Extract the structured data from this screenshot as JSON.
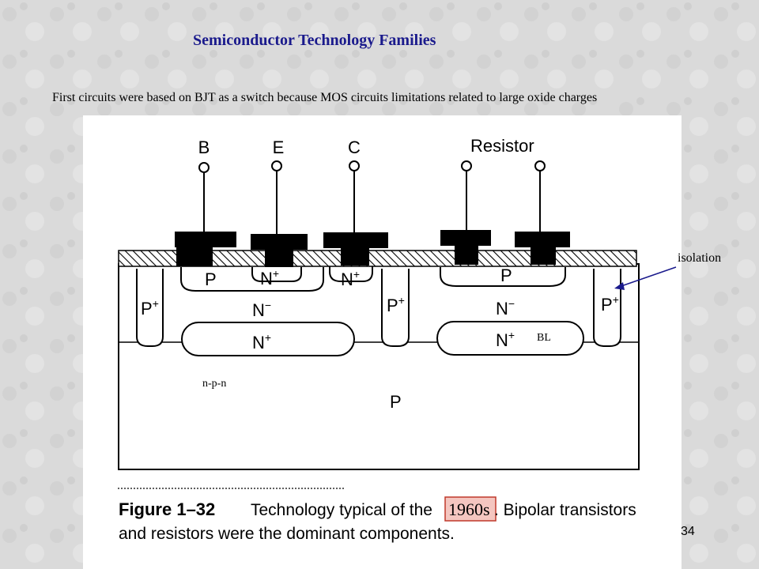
{
  "slide": {
    "title": "Semiconductor Technology Families",
    "intro": "First circuits were based on BJT as a switch because MOS circuits limitations related to large oxide charges",
    "page_number": "34"
  },
  "figure": {
    "electrodes": {
      "base": "B",
      "emitter": "E",
      "collector": "C",
      "resistor": "Resistor"
    },
    "regions": {
      "p_plus": "P",
      "p_plus_sup": "+",
      "p_base": "P",
      "n_plus": "N",
      "n_plus_sup": "+",
      "n_minus": "N",
      "n_minus_sup": "−",
      "p_resistor": "P",
      "substrate": "P"
    },
    "labels": {
      "npn": "n-p-n",
      "buried_layer": "BL",
      "isolation": "isolation"
    },
    "caption": {
      "figure_label": "Figure 1–32",
      "text_before": "Technology typical of the",
      "highlight": "1960s",
      "text_after": ". Bipolar transistors",
      "line2": "and resistors were the dominant components."
    },
    "colors": {
      "highlight_fill": "#f4c6c0",
      "highlight_stroke": "#c0392b",
      "metal": "#000000",
      "arrow": "#1a1a8c"
    }
  }
}
